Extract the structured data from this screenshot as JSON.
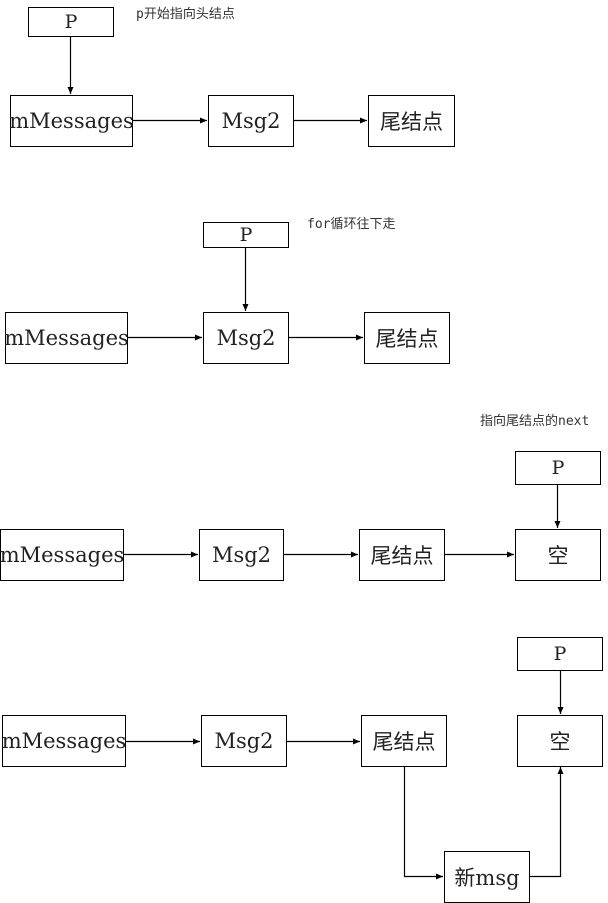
{
  "diagram": {
    "title": "Linked list traversal to tail and insert new message",
    "sections": [
      {
        "note": "p开始指向头结点",
        "pointer": "P",
        "nodes": [
          "mMessages",
          "Msg2",
          "尾结点"
        ],
        "pointer_target": "mMessages"
      },
      {
        "note": "for循环往下走",
        "pointer": "P",
        "nodes": [
          "mMessages",
          "Msg2",
          "尾结点"
        ],
        "pointer_target": "Msg2"
      },
      {
        "note": "指向尾结点的next",
        "pointer": "P",
        "nodes": [
          "mMessages",
          "Msg2",
          "尾结点",
          "空"
        ],
        "pointer_target": "空"
      },
      {
        "note": "",
        "pointer": "P",
        "nodes": [
          "mMessages",
          "Msg2",
          "尾结点",
          "空"
        ],
        "new_node": "新msg",
        "pointer_target": "空",
        "edges_extra": [
          "尾结点 -> 新msg",
          "新msg -> 空"
        ]
      }
    ]
  }
}
